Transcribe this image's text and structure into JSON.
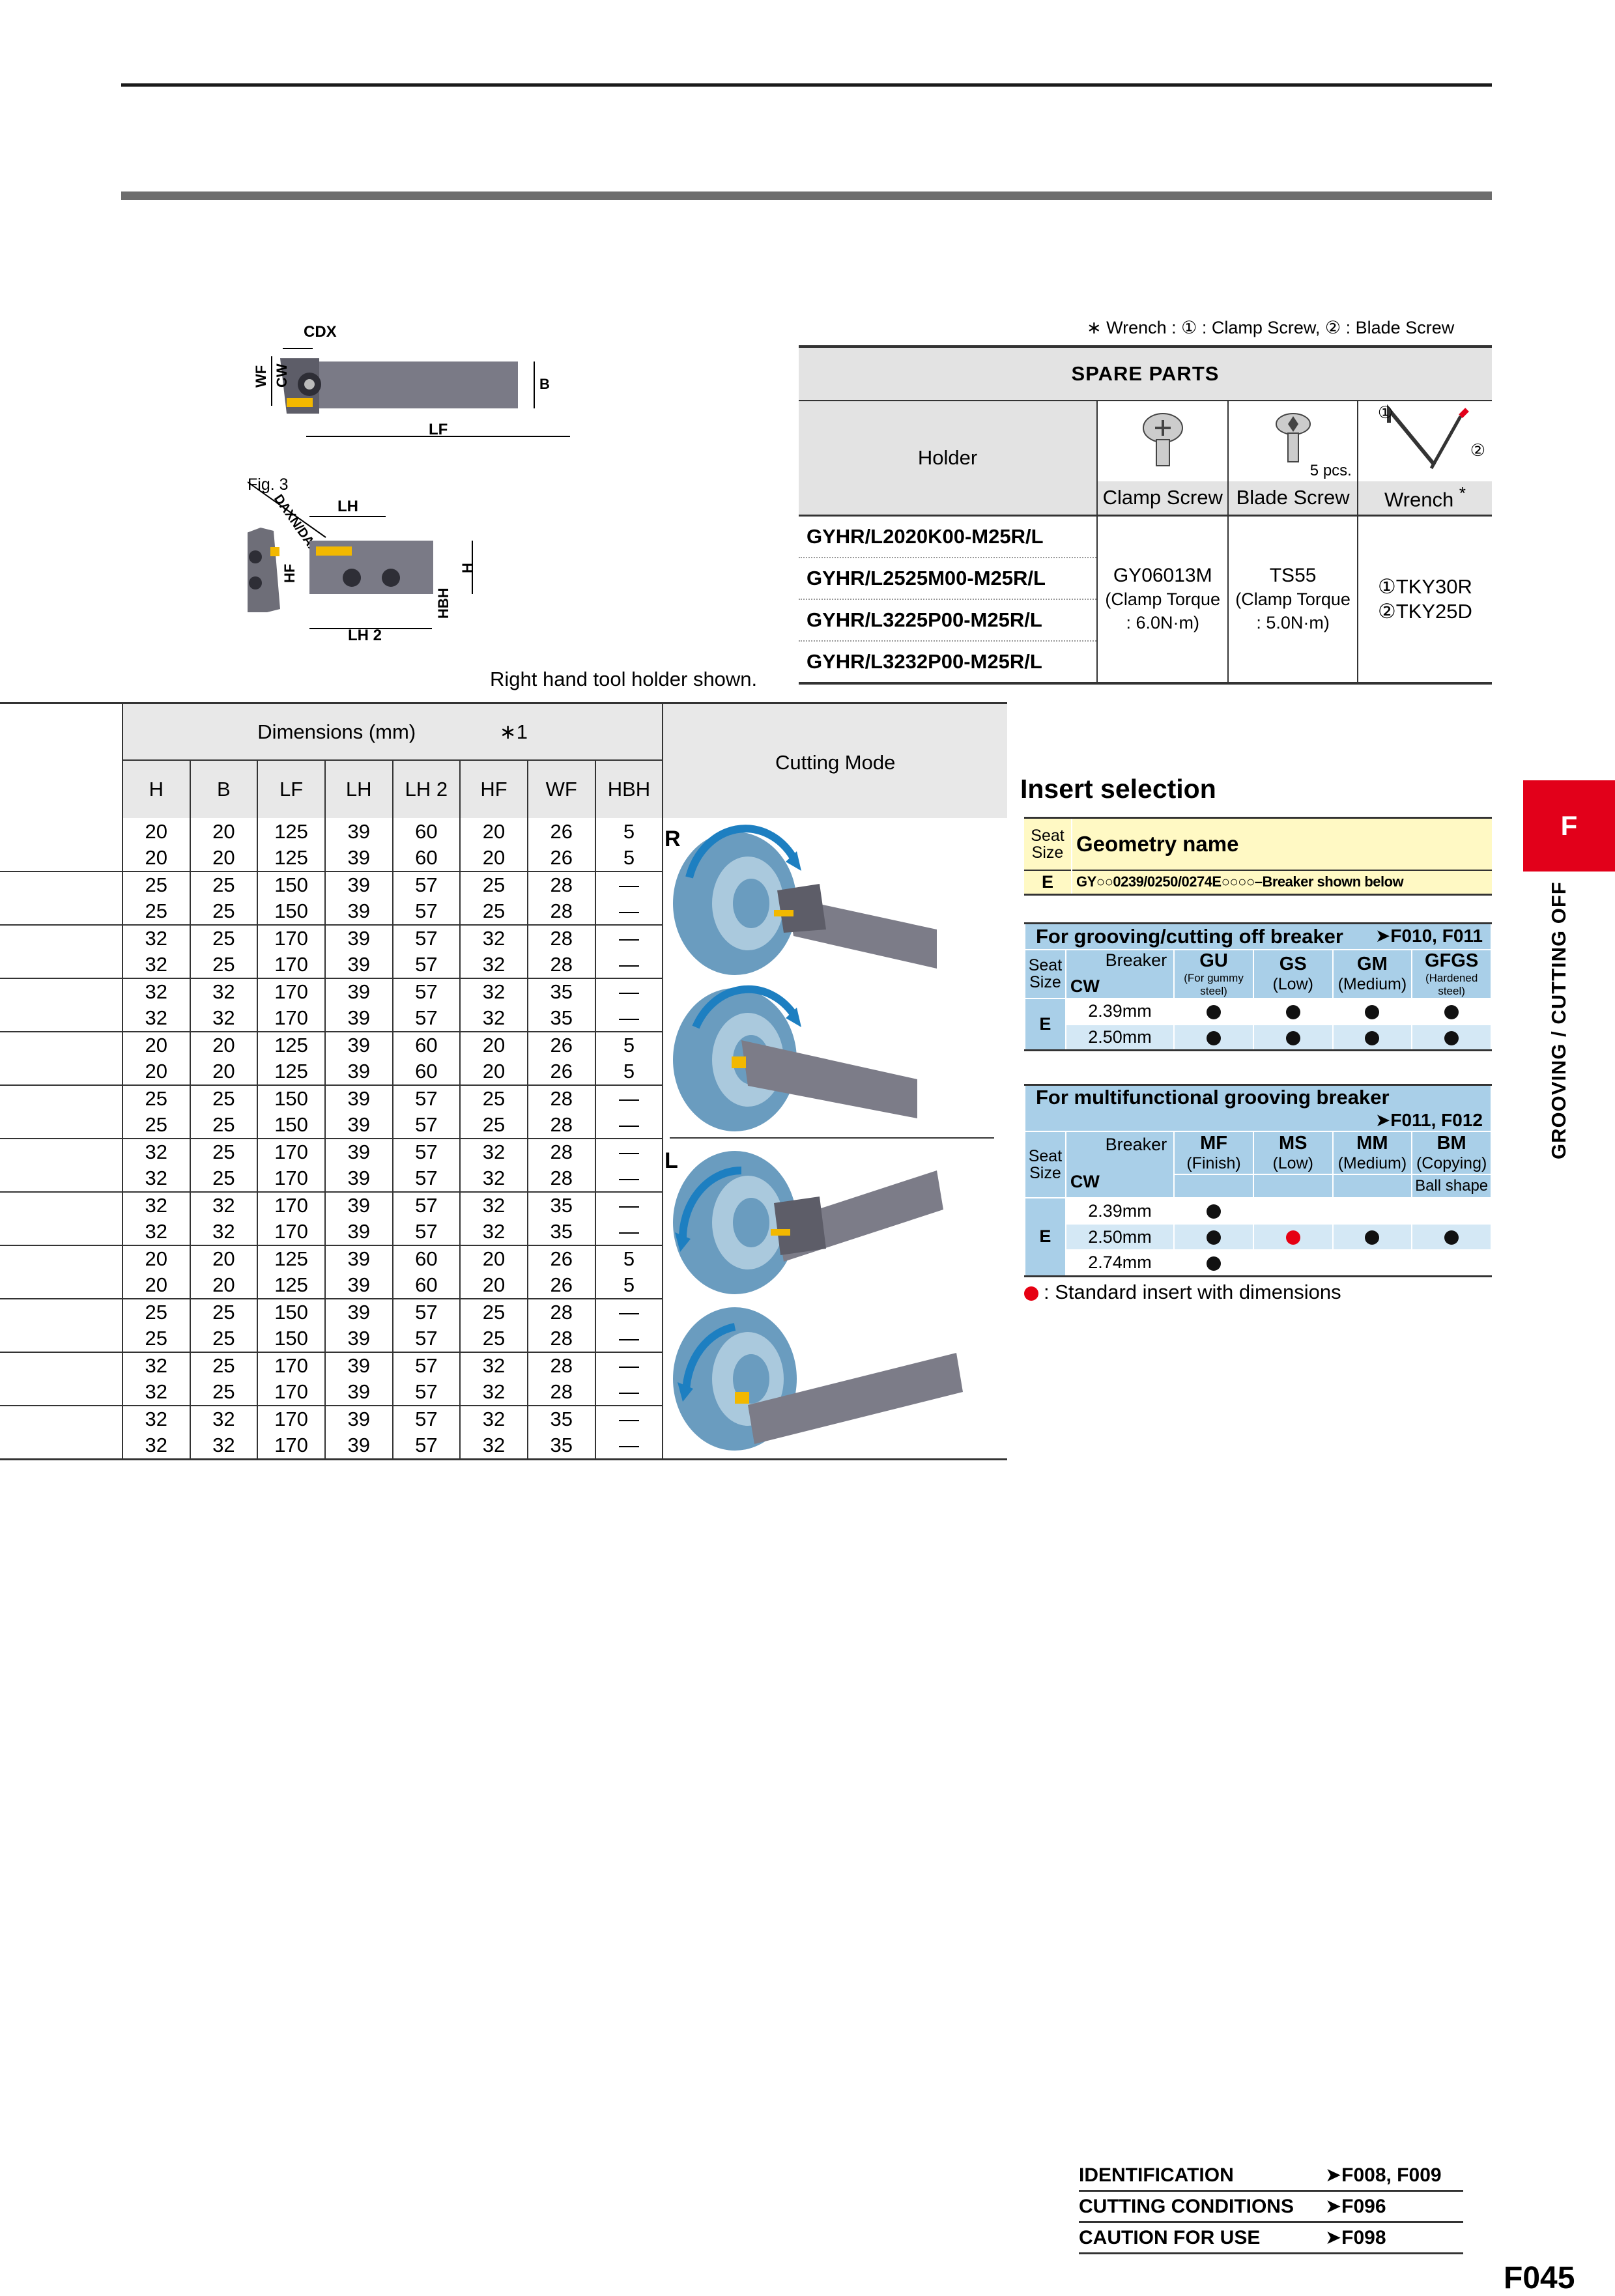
{
  "wrench_note": "∗ Wrench : ① : Clamp Screw, ② : Blade Screw",
  "drawing": {
    "labels": {
      "cdx": "CDX",
      "wf": "WF",
      "cw": "CW",
      "b": "B",
      "lf": "LF",
      "fig": "Fig. 3",
      "lh": "LH",
      "daxn": "DAXN/DAXX",
      "hf": "HF",
      "h": "H",
      "lh2": "LH 2",
      "hbh": "HBH"
    },
    "caption": "Right hand tool holder shown."
  },
  "spare_parts": {
    "title": "SPARE PARTS",
    "holder_label": "Holder",
    "pcs": "5 pcs.",
    "wrench_num1": "①",
    "wrench_num2": "②",
    "col1": "Clamp Screw",
    "col2": "Blade Screw",
    "col3": "Wrench",
    "col3_mark": "*",
    "models": [
      "GYHR/L2020K00-M25R/L",
      "GYHR/L2525M00-M25R/L",
      "GYHR/L3225P00-M25R/L",
      "GYHR/L3232P00-M25R/L"
    ],
    "clamp_screw": [
      "GY06013M",
      "(Clamp Torque",
      ": 6.0N·m)"
    ],
    "blade_screw": [
      "TS55",
      "(Clamp Torque",
      ": 5.0N·m)"
    ],
    "wrench": [
      "①TKY30R",
      "②TKY25D"
    ]
  },
  "dimensions": {
    "group_header": "Dimensions (mm)",
    "note_mark": "∗1",
    "cutting_mode": "Cutting Mode",
    "columns": [
      "H",
      "B",
      "LF",
      "LH",
      "LH 2",
      "HF",
      "WF",
      "HBH"
    ],
    "rows": [
      [
        "20",
        "20",
        "125",
        "39",
        "60",
        "20",
        "26",
        "5"
      ],
      [
        "20",
        "20",
        "125",
        "39",
        "60",
        "20",
        "26",
        "5"
      ],
      [
        "25",
        "25",
        "150",
        "39",
        "57",
        "25",
        "28",
        "—"
      ],
      [
        "25",
        "25",
        "150",
        "39",
        "57",
        "25",
        "28",
        "—"
      ],
      [
        "32",
        "25",
        "170",
        "39",
        "57",
        "32",
        "28",
        "—"
      ],
      [
        "32",
        "25",
        "170",
        "39",
        "57",
        "32",
        "28",
        "—"
      ],
      [
        "32",
        "32",
        "170",
        "39",
        "57",
        "32",
        "35",
        "—"
      ],
      [
        "32",
        "32",
        "170",
        "39",
        "57",
        "32",
        "35",
        "—"
      ],
      [
        "20",
        "20",
        "125",
        "39",
        "60",
        "20",
        "26",
        "5"
      ],
      [
        "20",
        "20",
        "125",
        "39",
        "60",
        "20",
        "26",
        "5"
      ],
      [
        "25",
        "25",
        "150",
        "39",
        "57",
        "25",
        "28",
        "—"
      ],
      [
        "25",
        "25",
        "150",
        "39",
        "57",
        "25",
        "28",
        "—"
      ],
      [
        "32",
        "25",
        "170",
        "39",
        "57",
        "32",
        "28",
        "—"
      ],
      [
        "32",
        "25",
        "170",
        "39",
        "57",
        "32",
        "28",
        "—"
      ],
      [
        "32",
        "32",
        "170",
        "39",
        "57",
        "32",
        "35",
        "—"
      ],
      [
        "32",
        "32",
        "170",
        "39",
        "57",
        "32",
        "35",
        "—"
      ],
      [
        "20",
        "20",
        "125",
        "39",
        "60",
        "20",
        "26",
        "5"
      ],
      [
        "20",
        "20",
        "125",
        "39",
        "60",
        "20",
        "26",
        "5"
      ],
      [
        "25",
        "25",
        "150",
        "39",
        "57",
        "25",
        "28",
        "—"
      ],
      [
        "25",
        "25",
        "150",
        "39",
        "57",
        "25",
        "28",
        "—"
      ],
      [
        "32",
        "25",
        "170",
        "39",
        "57",
        "32",
        "28",
        "—"
      ],
      [
        "32",
        "25",
        "170",
        "39",
        "57",
        "32",
        "28",
        "—"
      ],
      [
        "32",
        "32",
        "170",
        "39",
        "57",
        "32",
        "35",
        "—"
      ],
      [
        "32",
        "32",
        "170",
        "39",
        "57",
        "32",
        "35",
        "—"
      ]
    ],
    "mode_r": "R",
    "mode_l": "L"
  },
  "insert_selection": {
    "title": "Insert selection",
    "seat_size": "Seat\nSize",
    "geometry_name": "Geometry name",
    "seat_e": "E",
    "geometry_value": "GY○○0239/0250/0274E○○○○–Breaker shown below",
    "grooving": {
      "title": "For grooving/cutting off breaker",
      "ref": "➤F010, F011",
      "breaker": "Breaker",
      "cw": "CW",
      "cols": [
        {
          "code": "GU",
          "sub": "(For gummy steel)"
        },
        {
          "code": "GS",
          "sub": "(Low)"
        },
        {
          "code": "GM",
          "sub": "(Medium)"
        },
        {
          "code": "GFGS",
          "sub": "(Hardened steel)"
        }
      ],
      "rows": [
        {
          "cw": "2.39mm",
          "marks": [
            "black",
            "black",
            "black",
            "black"
          ]
        },
        {
          "cw": "2.50mm",
          "marks": [
            "black",
            "black",
            "black",
            "black"
          ]
        }
      ]
    },
    "multi": {
      "title": "For multifunctional grooving breaker",
      "ref": "➤F011, F012",
      "breaker": "Breaker",
      "cw": "CW",
      "cols": [
        {
          "code": "MF",
          "sub": "(Finish)"
        },
        {
          "code": "MS",
          "sub": "(Low)"
        },
        {
          "code": "MM",
          "sub": "(Medium)"
        },
        {
          "code": "BM",
          "sub": "(Copying)"
        }
      ],
      "ball_shape": "Ball shape",
      "rows": [
        {
          "cw": "2.39mm",
          "marks": [
            "black",
            "",
            "",
            ""
          ]
        },
        {
          "cw": "2.50mm",
          "marks": [
            "black",
            "red",
            "black",
            "black"
          ]
        },
        {
          "cw": "2.74mm",
          "marks": [
            "black",
            "",
            "",
            ""
          ]
        }
      ]
    },
    "legend": ": Standard insert with dimensions",
    "colors": {
      "header_blue": "#a9cfe8",
      "cell_blue": "#d4e8f5",
      "geometry_yellow": "#fff9c4",
      "dot_red": "#e60012"
    }
  },
  "side_tab": {
    "letter": "F",
    "label": "GROOVING / CUTTING OFF",
    "color": "#e2001a"
  },
  "footer": {
    "refs": [
      {
        "label": "IDENTIFICATION",
        "ref": "➤F008, F009"
      },
      {
        "label": "CUTTING CONDITIONS",
        "ref": "➤F096"
      },
      {
        "label": "CAUTION FOR USE",
        "ref": "➤F098"
      }
    ],
    "page": "F045"
  }
}
